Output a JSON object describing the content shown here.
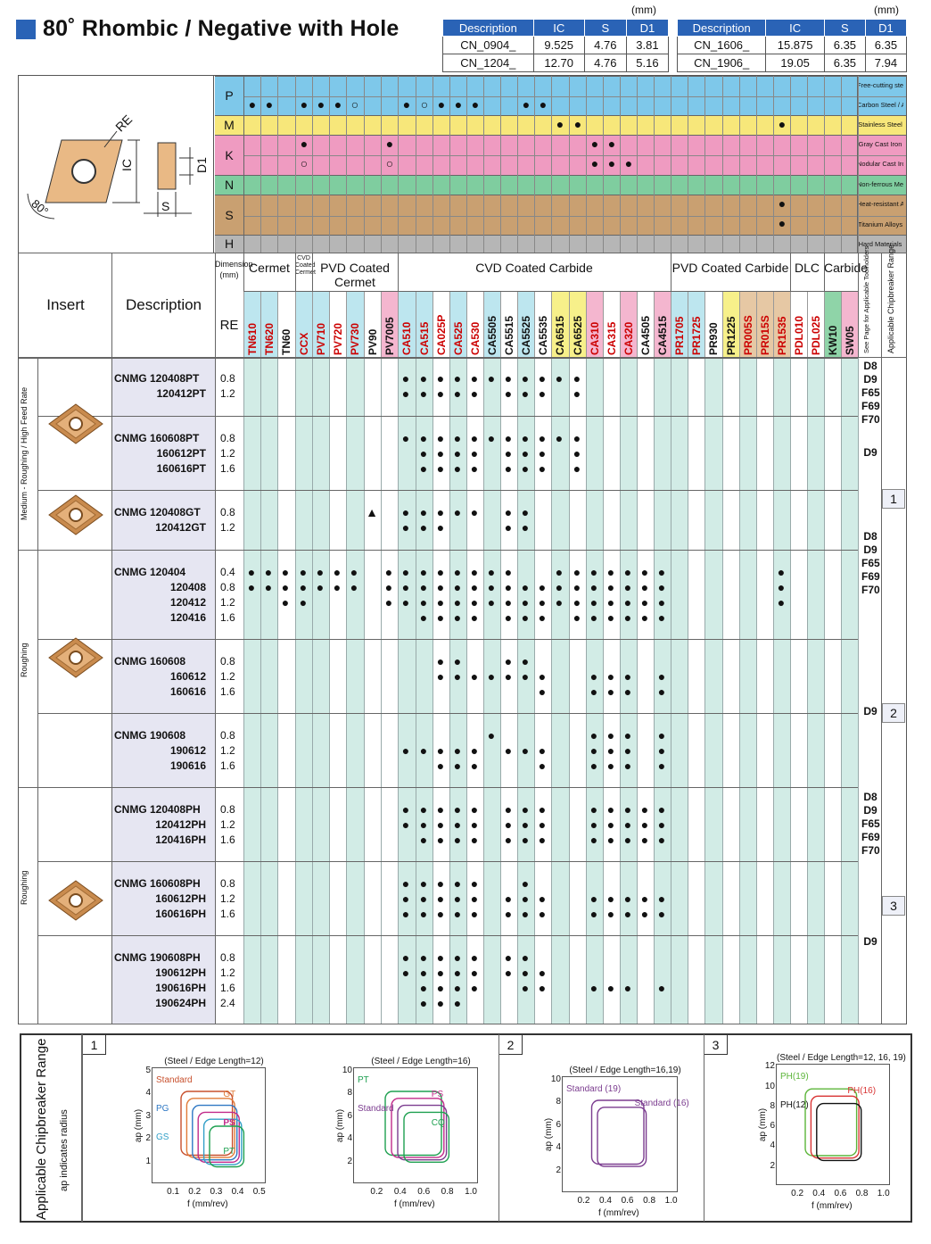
{
  "title": "80˚ Rhombic / Negative with Hole",
  "dim_unit": "(mm)",
  "dim_tables": [
    {
      "headers": [
        "Description",
        "IC",
        "S",
        "D1"
      ],
      "rows": [
        [
          "CN_0904_",
          "9.525",
          "4.76",
          "3.81"
        ],
        [
          "CN_1204_",
          "12.70",
          "4.76",
          "5.16"
        ]
      ]
    },
    {
      "headers": [
        "Description",
        "IC",
        "S",
        "D1"
      ],
      "rows": [
        [
          "CN_1606_",
          "15.875",
          "6.35",
          "6.35"
        ],
        [
          "CN_1906_",
          "19.05",
          "6.35",
          "7.94"
        ]
      ]
    }
  ],
  "drawing_labels": {
    "re": "RE",
    "ic": "IC",
    "d1": "D1",
    "s": "S",
    "angle": "80°"
  },
  "materials": [
    {
      "code": "P",
      "color": "#7ec8ea",
      "rows": [
        "Free-cutting steel",
        "Carbon Steel / Alloy Steel"
      ]
    },
    {
      "code": "M",
      "color": "#f7e77a",
      "rows": [
        "Stainless Steel"
      ]
    },
    {
      "code": "K",
      "color": "#ef9bc1",
      "rows": [
        "Gray Cast Iron",
        "Nodular Cast Iron"
      ]
    },
    {
      "code": "N",
      "color": "#7fcd9f",
      "rows": [
        "Non-ferrous Metals"
      ]
    },
    {
      "code": "S",
      "color": "#c9a071",
      "rows": [
        "Heat-resistant Alloys",
        "Titanium Alloys"
      ]
    },
    {
      "code": "H",
      "color": "#b6b6b6",
      "rows": [
        "Hard Materials"
      ]
    }
  ],
  "header": {
    "insert": "Insert",
    "description": "Description",
    "dimension": "Dimension (mm)",
    "re": "RE",
    "groups": [
      "Cermet",
      "CVD Coated Cermet",
      "PVD Coated Cermet",
      "CVD Coated Carbide",
      "PVD Coated Carbide",
      "DLC",
      "Carbide"
    ],
    "toolholders": "See Page for Applicable Toolholders",
    "chipbreaker": "Applicable Chipbreaker Range"
  },
  "grades": [
    "TN610",
    "TN620",
    "TN60",
    "CCX",
    "PV710",
    "PV720",
    "PV730",
    "PV90",
    "PV7005",
    "CA510",
    "CA515",
    "CA025P",
    "CA525",
    "CA530",
    "CA5505",
    "CA5515",
    "CA5525",
    "CA5535",
    "CA6515",
    "CA6525",
    "CA310",
    "CA315",
    "CA320",
    "CA4505",
    "CA4515",
    "PR1705",
    "PR1725",
    "PR930",
    "PR1225",
    "PR005S",
    "PR015S",
    "PR1535",
    "PDL010",
    "PDL025",
    "KW10",
    "SW05"
  ],
  "sections": [
    {
      "label": "Medium - Roughing / High Feed Rate"
    },
    {
      "label": "Roughing"
    },
    {
      "label": "Roughing"
    }
  ],
  "rows": [
    {
      "desc": "CNMG 120408PT",
      "re": "0.8"
    },
    {
      "desc": "120412PT",
      "re": "1.2"
    },
    {
      "desc": "CNMG 160608PT",
      "re": "0.8"
    },
    {
      "desc": "160612PT",
      "re": "1.2"
    },
    {
      "desc": "160616PT",
      "re": "1.6"
    },
    {
      "desc": "CNMG 120408GT",
      "re": "0.8"
    },
    {
      "desc": "120412GT",
      "re": "1.2"
    },
    {
      "desc": "CNMG 120404",
      "re": "0.4"
    },
    {
      "desc": "120408",
      "re": "0.8"
    },
    {
      "desc": "120412",
      "re": "1.2"
    },
    {
      "desc": "120416",
      "re": "1.6"
    },
    {
      "desc": "CNMG 160608",
      "re": "0.8"
    },
    {
      "desc": "160612",
      "re": "1.2"
    },
    {
      "desc": "160616",
      "re": "1.6"
    },
    {
      "desc": "CNMG 190608",
      "re": "0.8"
    },
    {
      "desc": "190612",
      "re": "1.2"
    },
    {
      "desc": "190616",
      "re": "1.6"
    },
    {
      "desc": "CNMG 120408PH",
      "re": "0.8"
    },
    {
      "desc": "120412PH",
      "re": "1.2"
    },
    {
      "desc": "120416PH",
      "re": "1.6"
    },
    {
      "desc": "CNMG 160608PH",
      "re": "0.8"
    },
    {
      "desc": "160612PH",
      "re": "1.2"
    },
    {
      "desc": "160616PH",
      "re": "1.6"
    },
    {
      "desc": "CNMG 190608PH",
      "re": "0.8"
    },
    {
      "desc": "190612PH",
      "re": "1.2"
    },
    {
      "desc": "190616PH",
      "re": "1.6"
    },
    {
      "desc": "190624PH",
      "re": "2.4"
    }
  ],
  "toolholders": [
    "D8\nD9\nF65\nF69\nF70",
    "D9",
    "D8\nD9\nF65\nF69\nF70",
    "D9",
    "D8\nD9\nF65\nF69\nF70",
    "D9"
  ],
  "ranges": [
    "1",
    "2",
    "3"
  ],
  "bottom": {
    "title": "Applicable Chipbreaker Range",
    "subtitle": "ap indicates radius",
    "panels": [
      "1",
      "2",
      "3"
    ],
    "charts": [
      {
        "note": "(Steel / Edge Length=12)",
        "ylabel": "ap (mm)",
        "xlabel": "f (mm/rev)",
        "xticks": [
          "0.1",
          "0.2",
          "0.3",
          "0.4",
          "0.5"
        ],
        "yticks": [
          "1",
          "2",
          "3",
          "4",
          "5"
        ],
        "labels": [
          "Standard",
          "GT",
          "PG",
          "PS",
          "GS",
          "PT"
        ]
      },
      {
        "note": "(Steel / Edge Length=16)",
        "ylabel": "ap (mm)",
        "xlabel": "f (mm/rev)",
        "xticks": [
          "0.2",
          "0.4",
          "0.6",
          "0.8",
          "1.0"
        ],
        "yticks": [
          "2",
          "4",
          "6",
          "8",
          "10"
        ],
        "labels": [
          "PT",
          "PS",
          "Standard",
          "CQ"
        ]
      },
      {
        "note": "(Steel / Edge Length=16,19)",
        "ylabel": "ap (mm)",
        "xlabel": "f (mm/rev)",
        "xticks": [
          "0.2",
          "0.4",
          "0.6",
          "0.8",
          "1.0"
        ],
        "yticks": [
          "2",
          "4",
          "6",
          "8",
          "10"
        ],
        "labels": [
          "Standard (19)",
          "Standard (16)"
        ]
      },
      {
        "note": "(Steel / Edge Length=12, 16, 19)",
        "ylabel": "ap (mm)",
        "xlabel": "f (mm/rev)",
        "xticks": [
          "0.2",
          "0.4",
          "0.6",
          "0.8",
          "1.0"
        ],
        "yticks": [
          "2",
          "4",
          "6",
          "8",
          "10",
          "12"
        ],
        "labels": [
          "PH(19)",
          "PH(16)",
          "PH(12)"
        ]
      }
    ]
  }
}
